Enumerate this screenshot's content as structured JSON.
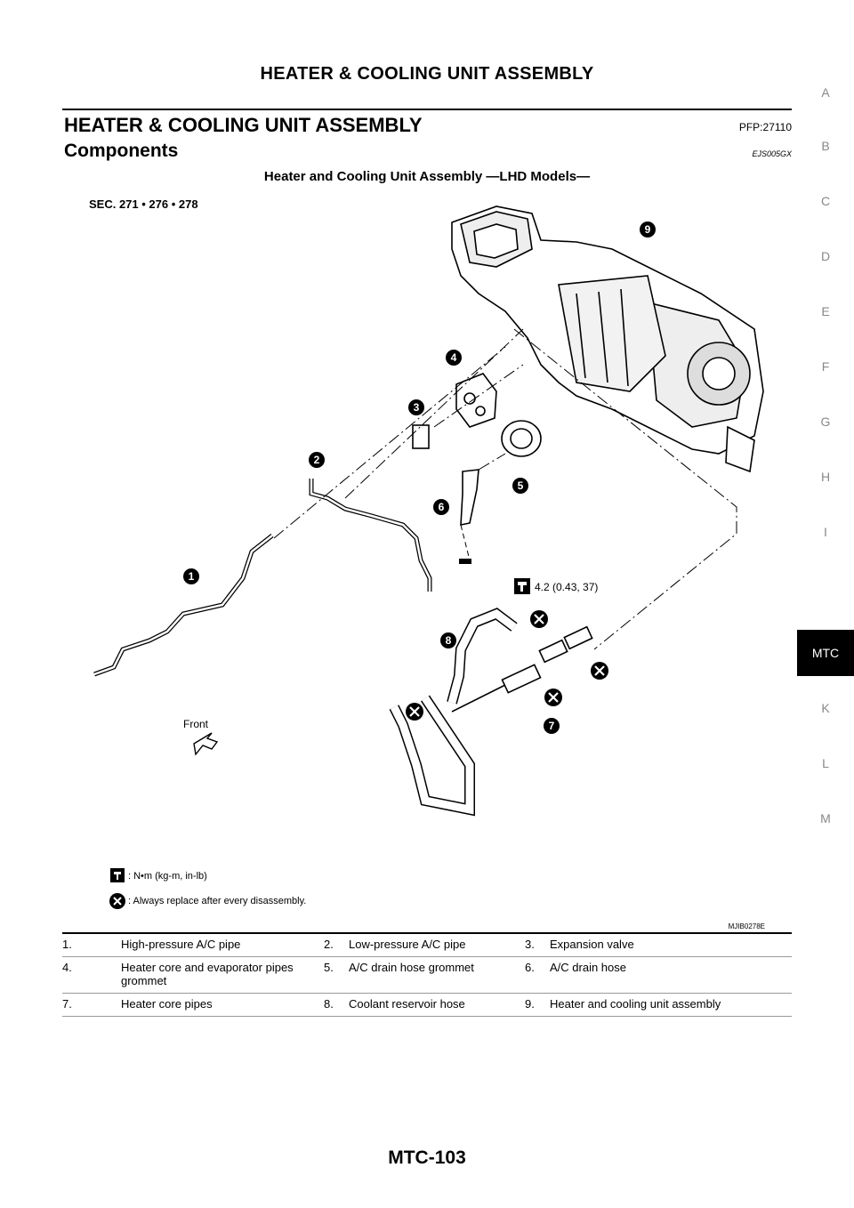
{
  "page": {
    "running_header": "HEATER & COOLING UNIT ASSEMBLY",
    "section_title": "HEATER & COOLING UNIT ASSEMBLY",
    "pfp": "PFP:27110",
    "subsection_title": "Components",
    "subsection_code": "EJS005GX",
    "figure_title": "Heater and Cooling Unit Assembly —LHD Models—",
    "footer_page": "MTC-103"
  },
  "sidebar": {
    "letters": [
      "A",
      "B",
      "C",
      "D",
      "E",
      "F",
      "G",
      "H",
      "I",
      "MTC",
      "K",
      "L",
      "M"
    ],
    "active": "MTC"
  },
  "diagram": {
    "sec_label": "SEC. 271 • 276 • 278",
    "torque_value": "4.2 (0.43, 37)",
    "front_label": "Front",
    "legend_torque": ": N•m (kg-m, in-lb)",
    "legend_replace": ": Always replace after every disassembly.",
    "figure_code": "MJIB0278E",
    "callouts": [
      "1",
      "2",
      "3",
      "4",
      "5",
      "6",
      "7",
      "8",
      "9"
    ],
    "icons": [
      "torque-wrench-icon",
      "replace-part-icon"
    ]
  },
  "legend_rows": [
    [
      {
        "num": "1.",
        "text": "High-pressure A/C pipe"
      },
      {
        "num": "2.",
        "text": "Low-pressure A/C pipe"
      },
      {
        "num": "3.",
        "text": "Expansion valve"
      }
    ],
    [
      {
        "num": "4.",
        "text": "Heater core and evaporator pipes grommet"
      },
      {
        "num": "5.",
        "text": "A/C drain hose grommet"
      },
      {
        "num": "6.",
        "text": "A/C drain hose"
      }
    ],
    [
      {
        "num": "7.",
        "text": "Heater core pipes"
      },
      {
        "num": "8.",
        "text": "Coolant reservoir hose"
      },
      {
        "num": "9.",
        "text": "Heater and cooling unit assembly"
      }
    ]
  ]
}
